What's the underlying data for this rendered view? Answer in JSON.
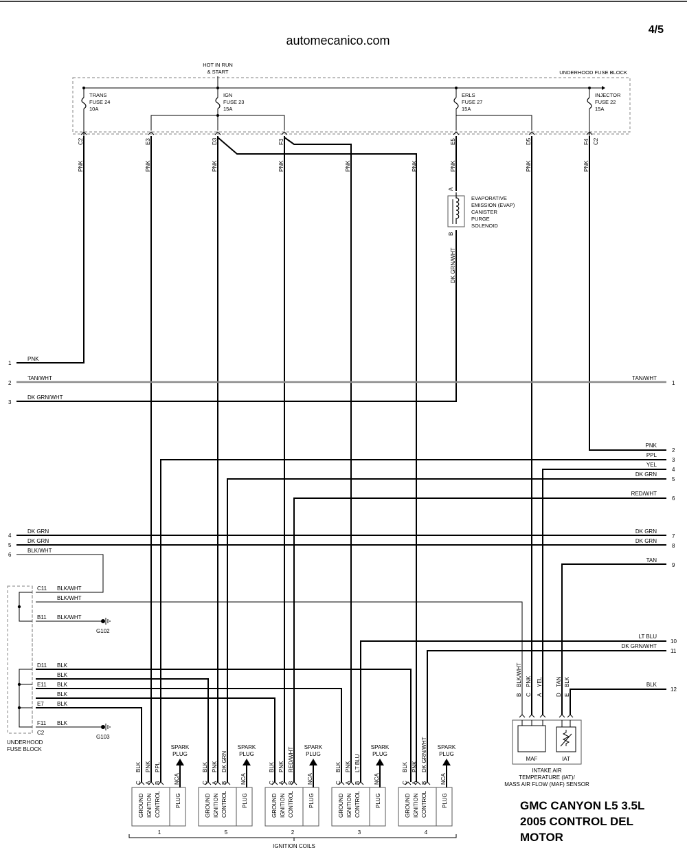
{
  "header": {
    "site": "automecanico.com",
    "page": "4/5",
    "hot_label_1": "HOT IN RUN",
    "hot_label_2": "& START",
    "fuse_block_label": "UNDERHOOD FUSE BLOCK"
  },
  "fuses": [
    {
      "l1": "TRANS",
      "l2": "FUSE 24",
      "l3": "10A"
    },
    {
      "l1": "IGN",
      "l2": "FUSE 23",
      "l3": "15A"
    },
    {
      "l1": "ERLS",
      "l2": "FUSE 27",
      "l3": "15A"
    },
    {
      "l1": "INJECTOR",
      "l2": "FUSE 22",
      "l3": "15A"
    }
  ],
  "fuse_block_terminals": [
    "C2",
    "E3",
    "D3",
    "F3",
    "E5",
    "D5",
    "F4",
    "C2"
  ],
  "vertical_wire_colors": [
    "PNK",
    "PNK",
    "PNK",
    "PNK",
    "PNK",
    "PNK",
    "PNK",
    "PNK",
    "PNK"
  ],
  "evap": {
    "pin_a": "A",
    "pin_b": "B",
    "lines": [
      "EVAPORATIVE",
      "EMISSION (EVAP)",
      "CANISTER",
      "PURGE",
      "SOLENOID"
    ],
    "out_wire": "DK GRN/WHT"
  },
  "left_connectors": [
    {
      "num": "1",
      "wire": "PNK"
    },
    {
      "num": "2",
      "wire": "TAN/WHT"
    },
    {
      "num": "3",
      "wire": "DK GRN/WHT"
    },
    {
      "num": "4",
      "wire": "DK GRN"
    },
    {
      "num": "5",
      "wire": "DK GRN"
    },
    {
      "num": "6",
      "wire": "BLK/WHT"
    }
  ],
  "right_connectors": [
    {
      "num": "1",
      "wire": "TAN/WHT"
    },
    {
      "num": "2",
      "wire": "PNK"
    },
    {
      "num": "3",
      "wire": "PPL"
    },
    {
      "num": "4",
      "wire": "YEL"
    },
    {
      "num": "5",
      "wire": "DK GRN"
    },
    {
      "num": "6",
      "wire": "RED/WHT"
    },
    {
      "num": "7",
      "wire": "DK GRN"
    },
    {
      "num": "8",
      "wire": "DK GRN"
    },
    {
      "num": "9",
      "wire": "TAN"
    },
    {
      "num": "10",
      "wire": "LT BLU"
    },
    {
      "num": "11",
      "wire": "DK GRN/WHT"
    },
    {
      "num": "12",
      "wire": "BLK"
    }
  ],
  "lower_fuse_block": {
    "rows": [
      {
        "term": "C11",
        "wire": "BLK/WHT"
      },
      {
        "term": "",
        "wire": "BLK/WHT"
      },
      {
        "term": "B11",
        "wire": "BLK/WHT"
      },
      {
        "term": "D11",
        "wire": "BLK"
      },
      {
        "term": "",
        "wire": "BLK"
      },
      {
        "term": "E11",
        "wire": "BLK"
      },
      {
        "term": "",
        "wire": "BLK"
      },
      {
        "term": "E7",
        "wire": "BLK"
      },
      {
        "term": "F11",
        "wire": "BLK"
      }
    ],
    "c2": "C2",
    "label_1": "UNDERHOOD",
    "label_2": "FUSE BLOCK",
    "g102": "G102",
    "g103": "G103"
  },
  "coils": [
    {
      "num": "1",
      "w1": "BLK",
      "w2": "PNK",
      "w3": "PPL"
    },
    {
      "num": "5",
      "w1": "BLK",
      "w2": "PNK",
      "w3": "DK GRN"
    },
    {
      "num": "2",
      "w1": "BLK",
      "w2": "PNK",
      "w3": "RED/WHT"
    },
    {
      "num": "3",
      "w1": "BLK",
      "w2": "PNK",
      "w3": "LT BLU"
    },
    {
      "num": "4",
      "w1": "BLK",
      "w2": "PNK",
      "w3": "DK GRN/WHT"
    }
  ],
  "coil_common": {
    "pin_c": "C",
    "pin_a": "A",
    "pin_b": "B",
    "pin_nca": "NCA",
    "spark_1": "SPARK",
    "spark_2": "PLUG",
    "l_ground": "GROUND",
    "l_ignition": "IGNITION",
    "l_control": "CONTROL",
    "l_plug": "PLUG",
    "group_label": "IGNITION COILS"
  },
  "maf": {
    "pins": [
      {
        "pin": "B",
        "wire": "BLK/WHT"
      },
      {
        "pin": "C",
        "wire": "PNK"
      },
      {
        "pin": "A",
        "wire": "YEL"
      },
      {
        "pin": "D",
        "wire": "TAN"
      },
      {
        "pin": "E",
        "wire": "BLK"
      }
    ],
    "maf_label": "MAF",
    "iat_label": "IAT",
    "title_1": "INTAKE AIR",
    "title_2": "TEMPERATURE (IAT)/",
    "title_3": "MASS AIR FLOW (MAF) SENSOR"
  },
  "footer": {
    "line1": "GMC CANYON L5 3.5L",
    "line2": "2005 CONTROL DEL",
    "line3": "MOTOR"
  }
}
